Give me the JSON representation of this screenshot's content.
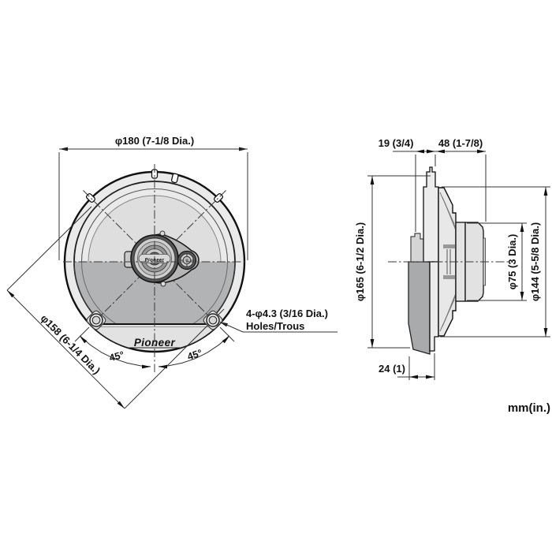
{
  "units_label": "mm(in.)",
  "front_view": {
    "dim_outer_diameter": "φ180 (7-1/8 Dia.)",
    "dim_bolt_circle_diameter": "φ158 (6-1/4 Dia.)",
    "angle_left": "45°",
    "angle_right": "45°",
    "holes_note_line1": "4-φ4.3 (3/16 Dia.)",
    "holes_note_line2": "Holes/Trous",
    "logo_frame": "Pioneer",
    "logo_tweeter": "Pioneer"
  },
  "side_view": {
    "dim_protrusion_front": "19 (3/4)",
    "dim_depth_rear": "48 (1-7/8)",
    "dim_gasket_diameter": "φ165 (6-1/2 Dia.)",
    "dim_magnet_diameter": "φ75 (3 Dia.)",
    "dim_frame_diameter": "φ144 (5-5/8 Dia.)",
    "dim_total_protrusion": "24 (1)"
  },
  "colors": {
    "line": "#1a1a1a",
    "body_light": "#eaeaea",
    "cone_light": "#dedede",
    "shade_half": "#b1b3b4",
    "gasket_gray": "#a8aaac"
  }
}
